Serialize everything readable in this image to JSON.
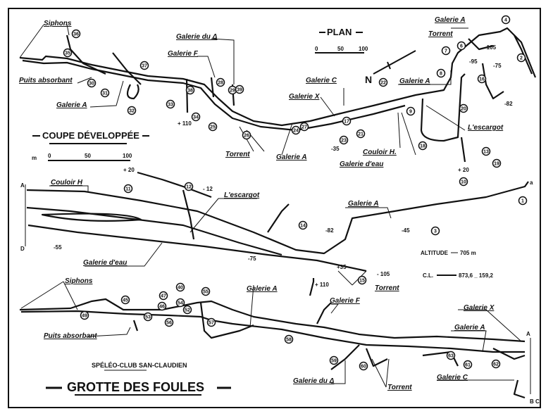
{
  "title": "GROTTE DES FOULES",
  "club": "SPÉLÉO-CLUB SAN-CLAUDIEN",
  "plan": {
    "heading": "PLAN",
    "scale": [
      "0",
      "50",
      "100"
    ],
    "north_label": "N",
    "labels": [
      "Siphons",
      "Puits absorbant",
      "Galerie A",
      "Galerie du Δ",
      "Galerie F",
      "Torrent",
      "Galerie A",
      "Galerie X",
      "Galerie C",
      "Galerie A",
      "Couloir H.",
      "Galerie d'eau",
      "L'escargot",
      "Galerie A",
      "Torrent"
    ],
    "depths": [
      "+ 110",
      "-105",
      "-95",
      "-75",
      "-82",
      "-35",
      "+ 20"
    ]
  },
  "section": {
    "heading": "COUPE DÉVELOPPÉE",
    "scale_unit": "m",
    "scale": [
      "0",
      "50",
      "100"
    ],
    "labels": [
      "Couloir H",
      "L'escargot",
      "Galerie A",
      "Galerie d'eau",
      "Galerie A",
      "Torrent",
      "Siphons",
      "Puits absorbant",
      "Galerie F",
      "Galerie X",
      "Galerie A",
      "Galerie du Δ",
      "Torrent",
      "Galerie C"
    ],
    "depths": [
      "+ 20",
      "- 12",
      "-82",
      "-45",
      "-55",
      "-75",
      "+35",
      "- 105",
      "+ 110"
    ],
    "ends": [
      "A",
      "D",
      "a",
      "A",
      "B C"
    ]
  },
  "info": {
    "altitude_label": "ALTITUDE",
    "altitude_value": "705 m",
    "coords_label": "C.L.",
    "coords_value": "873,6 _ 159,2"
  },
  "stations": [
    "1",
    "2",
    "3",
    "4",
    "6",
    "7",
    "8",
    "9",
    "10",
    "11",
    "12",
    "13",
    "14",
    "15",
    "16",
    "17",
    "18",
    "19",
    "20",
    "21",
    "22",
    "23",
    "24",
    "25",
    "26",
    "27",
    "28",
    "29",
    "30",
    "31",
    "32",
    "33",
    "34",
    "35",
    "36",
    "37",
    "38",
    "39",
    "40",
    "45",
    "46",
    "47",
    "49",
    "52",
    "53",
    "54",
    "55",
    "56",
    "57",
    "58",
    "59",
    "60",
    "61",
    "62",
    "63"
  ]
}
